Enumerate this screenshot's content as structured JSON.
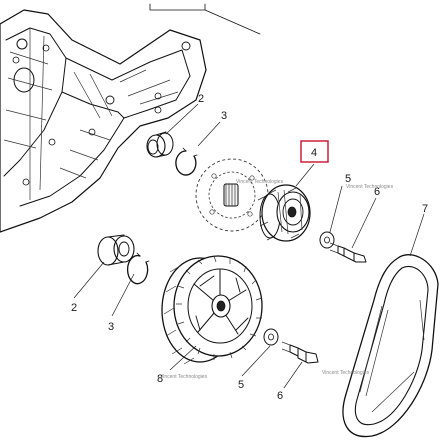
{
  "callouts": {
    "c1": "2",
    "c2": "3",
    "c3": "4",
    "c4": "5",
    "c5": "6",
    "c6": "7",
    "c7": "2",
    "c8": "3",
    "c9": "8",
    "c10": "5",
    "c11": "6"
  },
  "watermarks": {
    "w1": "Vincent Technologies",
    "w2": "Vincent Technologies",
    "w3": "Vincent Technologies",
    "w4": "Vincent Technologies"
  },
  "colors": {
    "highlight_box": "#c8102e",
    "line": "#111111",
    "background": "#ffffff"
  }
}
